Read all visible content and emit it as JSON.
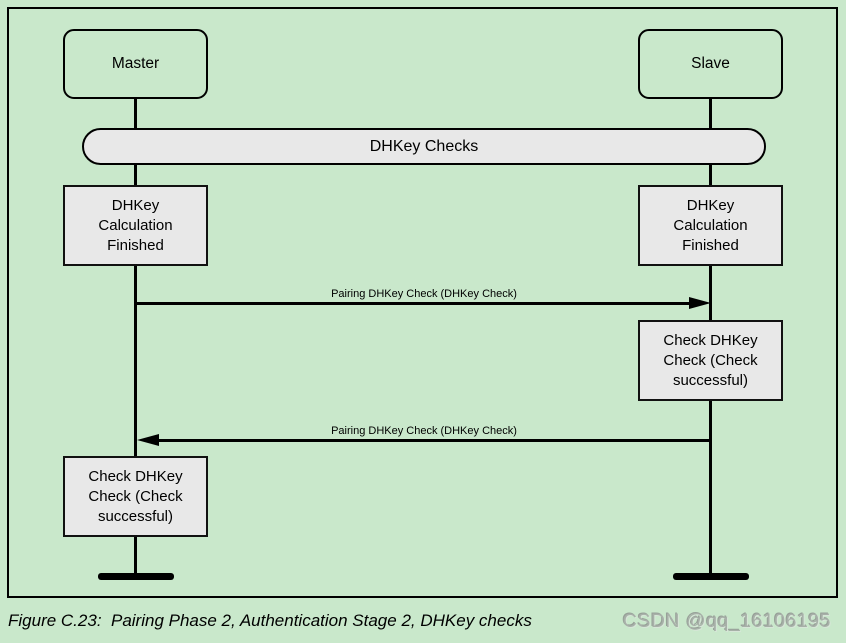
{
  "diagram": {
    "actors": [
      {
        "id": "master",
        "name": "Master"
      },
      {
        "id": "slave",
        "name": "Slave"
      }
    ],
    "banner": "DHKey Checks",
    "activities": [
      {
        "actor": "master",
        "text": "DHKey\nCalculation\nFinished"
      },
      {
        "actor": "slave",
        "text": "DHKey\nCalculation\nFinished"
      },
      {
        "actor": "slave",
        "text": "Check DHKey\nCheck (Check\nsuccessful)"
      },
      {
        "actor": "master",
        "text": "Check DHKey\nCheck (Check\nsuccessful)"
      }
    ],
    "messages": [
      {
        "from": "Master",
        "to": "Slave",
        "label": "Pairing DHKey Check (DHKey Check)"
      },
      {
        "from": "Slave",
        "to": "Master",
        "label": "Pairing DHKey Check (DHKey Check)"
      }
    ]
  },
  "caption": "Figure C.23:  Pairing Phase 2, Authentication Stage 2, DHKey checks",
  "watermark": "CSDN @qq_16106195",
  "colors": {
    "background": "#c9e8cb",
    "box_fill": "#e8e8e8",
    "line": "#000000",
    "watermark": "#a7b0a8"
  }
}
